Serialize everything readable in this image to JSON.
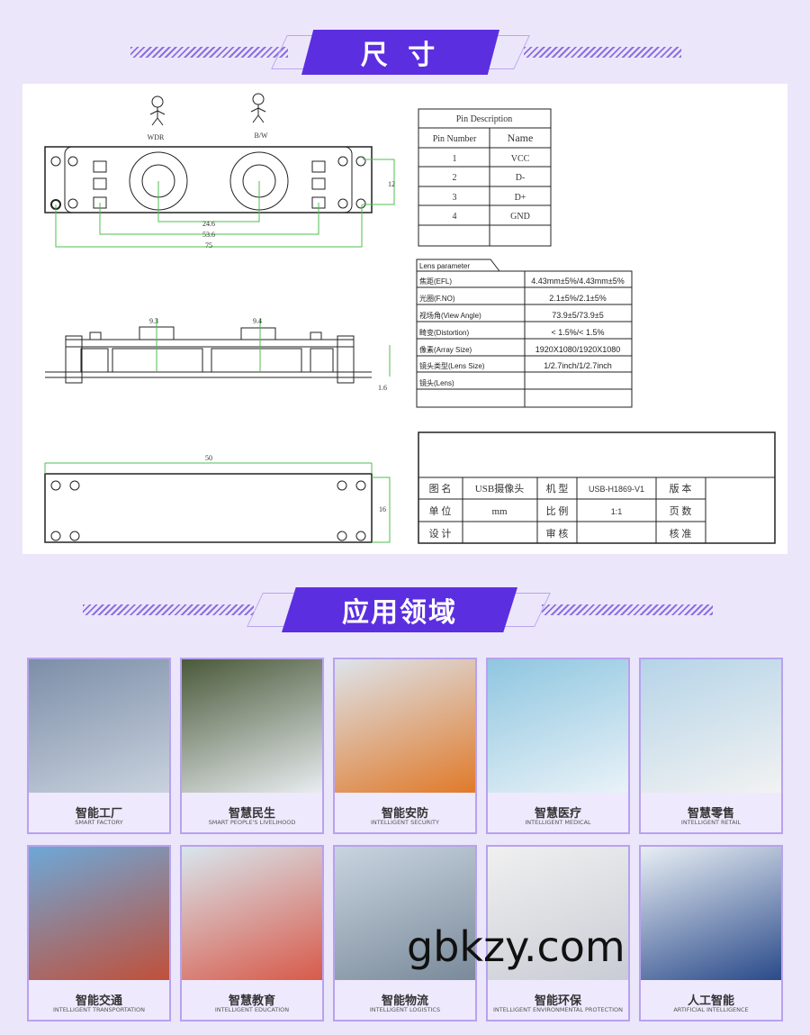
{
  "section1": {
    "title": "尺 寸"
  },
  "section2": {
    "title": "应用领域"
  },
  "drawing": {
    "front_labels": [
      "WDR",
      "B/W"
    ],
    "dims": {
      "lens_pitch": "24.6",
      "pad_pitch": "53.6",
      "hole_pitch": "75",
      "height": "12",
      "side_a": "9.3",
      "side_b": "9.4",
      "thickness": "1.6",
      "width": "50",
      "depth": "16"
    }
  },
  "pin_table": {
    "title": "Pin Description",
    "headers": [
      "Pin Number",
      "Name"
    ],
    "rows": [
      [
        "1",
        "VCC"
      ],
      [
        "2",
        "D-"
      ],
      [
        "3",
        "D+"
      ],
      [
        "4",
        "GND"
      ]
    ]
  },
  "lens_table": {
    "title": "Lens parameter",
    "rows": [
      [
        "焦距(EFL)",
        "4.43mm±5%/4.43mm±5%"
      ],
      [
        "光圈(F.NO)",
        "2.1±5%/2.1±5%"
      ],
      [
        "视场角(View Angle)",
        "73.9±5/73.9±5"
      ],
      [
        "畸变(Distortion)",
        "< 1.5%/< 1.5%"
      ],
      [
        "像素(Array Size)",
        "1920X1080/1920X1080"
      ],
      [
        "镜头类型(Lens Size)",
        "1/2.7inch/1/2.7inch"
      ],
      [
        "镜头(Lens)",
        ""
      ]
    ]
  },
  "title_block": {
    "rows": [
      [
        "图 名",
        "USB摄像头",
        "机 型",
        "USB-H1869-V1",
        "版 本",
        ""
      ],
      [
        "单 位",
        "mm",
        "比 例",
        "1:1",
        "页 数",
        ""
      ],
      [
        "设 计",
        "",
        "审 核",
        "",
        "核 准",
        ""
      ]
    ]
  },
  "applications": [
    {
      "zh": "智能工厂",
      "en": "SMART FACTORY",
      "c1": "#7c8ea8",
      "c2": "#c9d2de"
    },
    {
      "zh": "智慧民生",
      "en": "SMART PEOPLE'S LIVELIHOOD",
      "c1": "#4a5a3a",
      "c2": "#e8ecef"
    },
    {
      "zh": "智能安防",
      "en": "INTELLIGENT SECURITY",
      "c1": "#dde4ec",
      "c2": "#e07a2a"
    },
    {
      "zh": "智慧医疗",
      "en": "INTELLIGENT MEDICAL",
      "c1": "#8fc6e0",
      "c2": "#e9f2f8"
    },
    {
      "zh": "智慧零售",
      "en": "INTELLIGENT RETAIL",
      "c1": "#b5d4e8",
      "c2": "#f2f2f2"
    },
    {
      "zh": "智能交通",
      "en": "INTELLIGENT TRANSPORTATION",
      "c1": "#6da8d8",
      "c2": "#c0503a"
    },
    {
      "zh": "智慧教育",
      "en": "INTELLIGENT EDUCATION",
      "c1": "#d8e6ee",
      "c2": "#d85a4a"
    },
    {
      "zh": "智能物流",
      "en": "INTELLIGENT LOGISTICS",
      "c1": "#c8d4e0",
      "c2": "#7a8a9a"
    },
    {
      "zh": "智能环保",
      "en": "INTELLIGENT ENVIRONMENTAL PROTECTION",
      "c1": "#f0f0f0",
      "c2": "#c8ccd4"
    },
    {
      "zh": "人工智能",
      "en": "ARTIFICIAL INTELLIGENCE",
      "c1": "#e8eef4",
      "c2": "#2a4a8a"
    }
  ],
  "watermark": "gbkzy.com"
}
